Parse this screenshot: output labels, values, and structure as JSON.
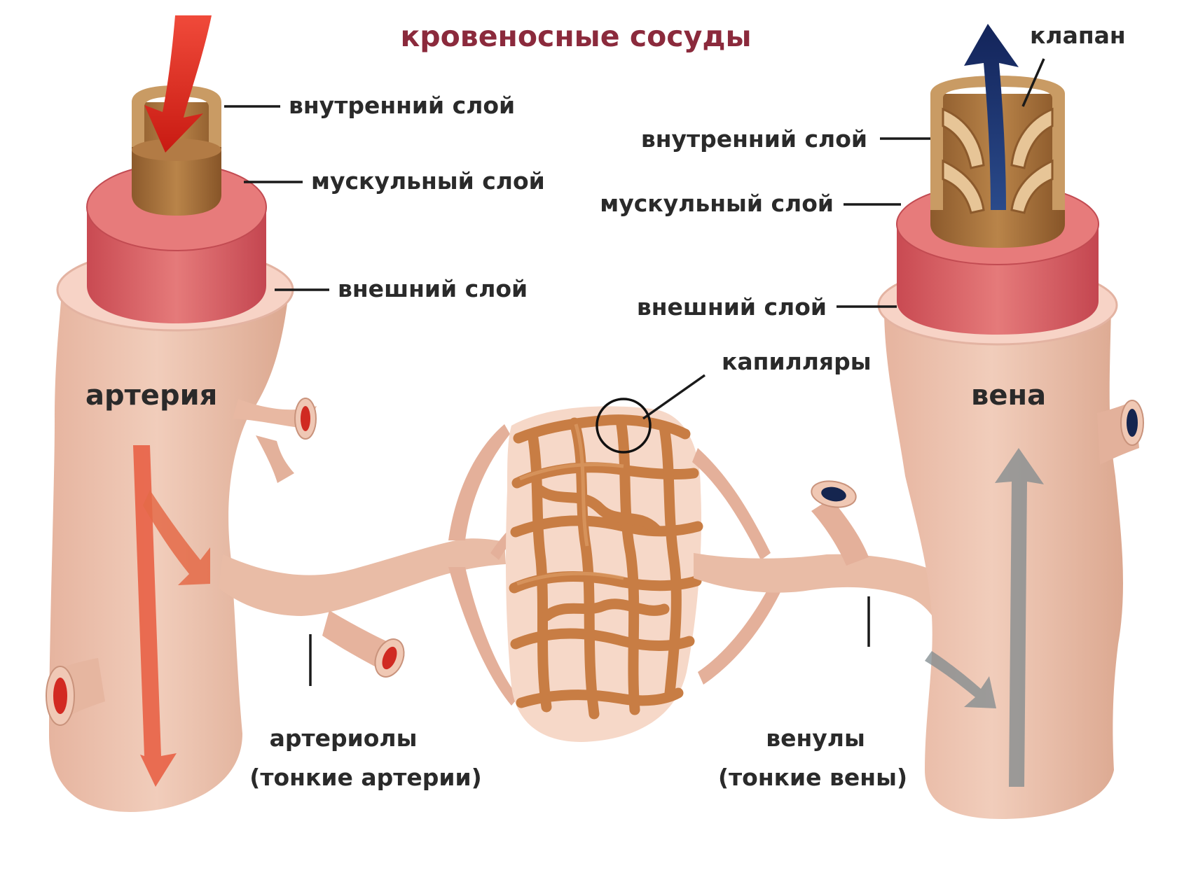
{
  "title": "кровеносные сосуды",
  "artery": {
    "name": "артерия",
    "inner_layer": "внутренний слой",
    "muscle_layer": "мускульный слой",
    "outer_layer": "внешний слой"
  },
  "vein": {
    "name": "вена",
    "valve": "клапан",
    "inner_layer": "внутренний слой",
    "muscle_layer": "мускульный слой",
    "outer_layer": "внешний слой"
  },
  "capillaries": "капилляры",
  "arterioles": {
    "line1": "артериолы",
    "line2": "(тонкие артерии)"
  },
  "venules": {
    "line1": "венулы",
    "line2": "(тонкие вены)"
  },
  "colors": {
    "vessel_skin": "#ecc2ae",
    "outer_layer": "#f6cfc2",
    "muscle": "#d9646a",
    "inner": "#a8733f",
    "capillary": "#d0894f",
    "arterial_flow": "#e02d20",
    "venous_flow": "#1f3770",
    "title": "#8b2a3c"
  }
}
